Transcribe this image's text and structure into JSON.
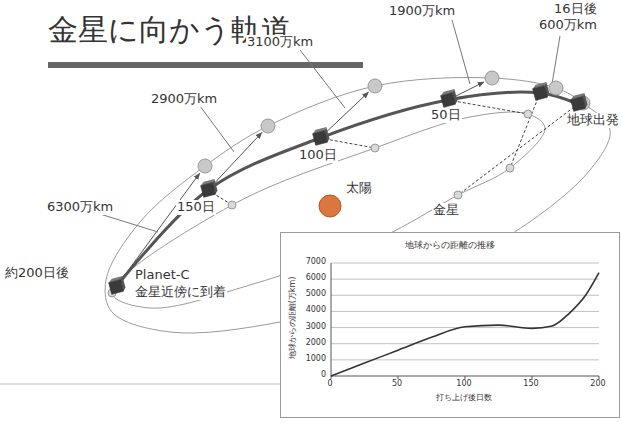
{
  "diagram": {
    "title": "金星に向かう軌道",
    "nodes": [
      {
        "text": [
          "地球からの距離の推移"
        ]
      }
    ],
    "labels": [
      "1900万km",
      "16日後",
      "600万km",
      "3100万km",
      "2900万km",
      "50日",
      "100日",
      "地球出発",
      "太陽",
      "6300万km",
      "150日",
      "金星",
      "約200日後",
      "Planet-C",
      "金星近傍に到着",
      "7000",
      "6000",
      "5000",
      "4000",
      "3000",
      "2000",
      "1000",
      "0",
      "0",
      "50",
      "100",
      "150",
      "200",
      "地球からの距離(万km)",
      "打ち上げ後日数"
    ]
  }
}
